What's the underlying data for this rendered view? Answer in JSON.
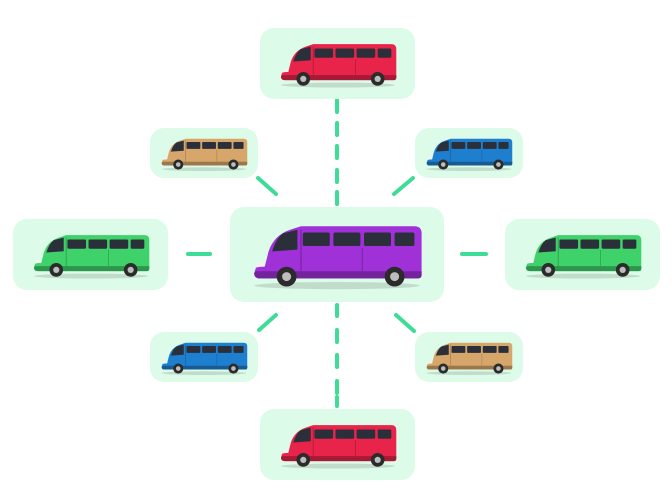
{
  "colors": {
    "tile_background": "#dcfbe8",
    "connector": "#3ddc97",
    "wheel": "#2b2b2b",
    "window": "#2a2f3a"
  },
  "diagram": {
    "center": {
      "icon": "minibus-icon",
      "color": "#a030d8"
    },
    "satellites": [
      {
        "id": "top",
        "icon": "minibus-icon",
        "color": "#e8244a"
      },
      {
        "id": "top-left",
        "icon": "minibus-icon",
        "color": "#d6a66a"
      },
      {
        "id": "top-right",
        "icon": "minibus-icon",
        "color": "#1f7fcf"
      },
      {
        "id": "left",
        "icon": "minibus-icon",
        "color": "#3fd16a"
      },
      {
        "id": "right",
        "icon": "minibus-icon",
        "color": "#3fd16a"
      },
      {
        "id": "bottom-left",
        "icon": "minibus-icon",
        "color": "#1f7fcf"
      },
      {
        "id": "bottom-right",
        "icon": "minibus-icon",
        "color": "#d6a66a"
      },
      {
        "id": "bottom",
        "icon": "minibus-icon",
        "color": "#e8244a"
      }
    ]
  }
}
